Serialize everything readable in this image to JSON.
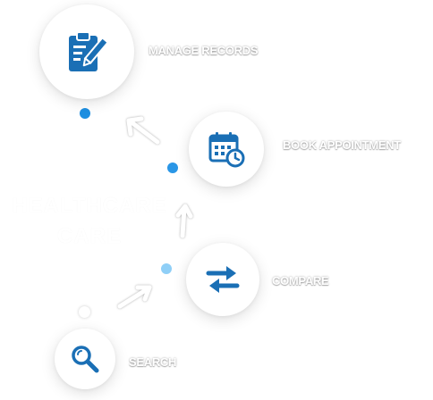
{
  "steps": {
    "manage": {
      "label": "MANAGE RECORDS",
      "icon": "clipboard-edit-icon"
    },
    "book": {
      "label": "BOOK APPOINTMENT",
      "icon": "calendar-clock-icon"
    },
    "compare": {
      "label": "COMPARE",
      "icon": "swap-arrows-icon"
    },
    "search": {
      "label": "SEARCH",
      "icon": "magnifier-icon"
    }
  },
  "watermark": {
    "line1": "HEALTHCARE",
    "line2": "CARE"
  },
  "colors": {
    "icon_blue": "#1a6fb5",
    "dot_blue": "#1e8fe1",
    "dot_light": "#8fcff7",
    "label_text": "#ffffff"
  }
}
